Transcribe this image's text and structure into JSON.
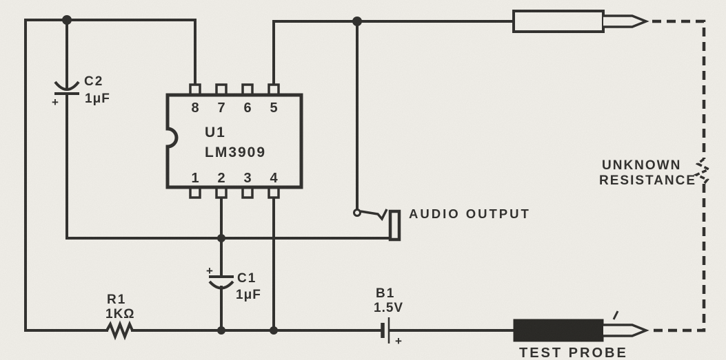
{
  "schematic": {
    "ic": {
      "ref": "U1",
      "part": "LM3909",
      "pins_top": [
        "8",
        "7",
        "6",
        "5"
      ],
      "pins_bottom": [
        "1",
        "2",
        "3",
        "4"
      ]
    },
    "capacitor_c2": {
      "ref": "C2",
      "value": "1μF",
      "polarity": "+"
    },
    "capacitor_c1": {
      "ref": "C1",
      "value": "1μF",
      "polarity": "+"
    },
    "resistor_r1": {
      "ref": "R1",
      "value": "1KΩ"
    },
    "battery_b1": {
      "ref": "B1",
      "value": "1.5V",
      "polarity": "+"
    },
    "labels": {
      "audio_output": "AUDIO OUTPUT",
      "unknown_resistance_line1": "UNKNOWN",
      "unknown_resistance_line2": "RESISTANCE",
      "test_probe": "TEST PROBE"
    },
    "colors": {
      "ink": "#2e2d2b",
      "paper": "#f2f0ea"
    }
  }
}
